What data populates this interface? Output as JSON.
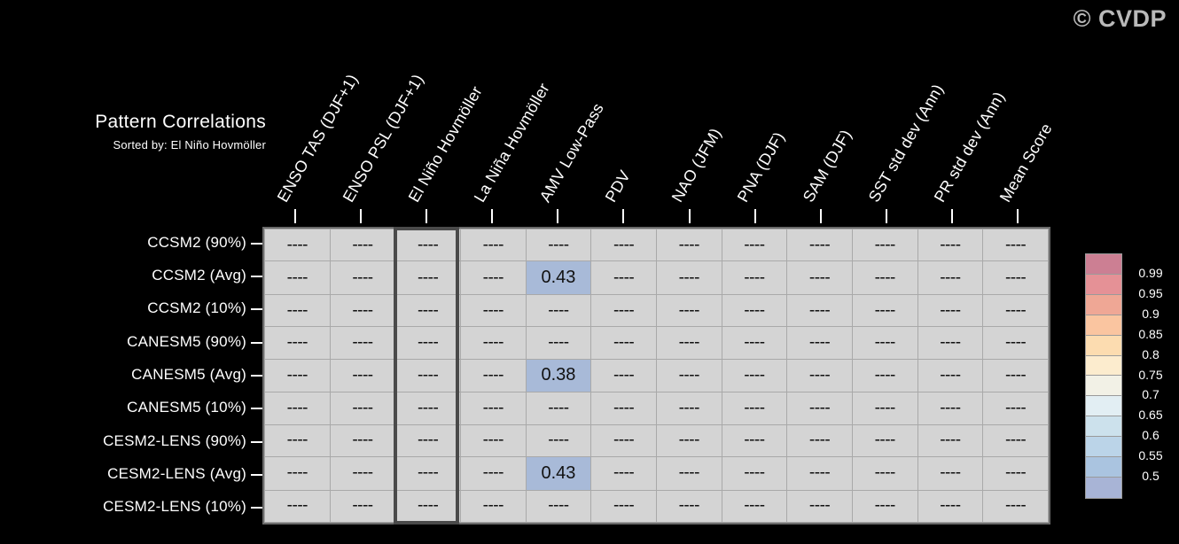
{
  "brand": {
    "label": "© CVDP"
  },
  "title": {
    "main": "Pattern Correlations",
    "sub": "Sorted by: El Niño Hovmöller"
  },
  "table": {
    "columns": [
      "ENSO TAS (DJF+1)",
      "ENSO PSL (DJF+1)",
      "El Niño Hovmöller",
      "La Niña Hovmöller",
      "AMV Low-Pass",
      "PDV",
      "NAO (JFM)",
      "PNA (DJF)",
      "SAM (DJF)",
      "SST std dev (Ann)",
      "PR std dev (Ann)",
      "Mean Score"
    ],
    "highlight_column_index": 2,
    "rows": [
      "CCSM2 (90%)",
      "CCSM2 (Avg)",
      "CCSM2 (10%)",
      "CANESM5 (90%)",
      "CANESM5 (Avg)",
      "CANESM5 (10%)",
      "CESM2-LENS (90%)",
      "CESM2-LENS (Avg)",
      "CESM2-LENS (10%)"
    ],
    "missing_token": "----",
    "cells": [
      [
        "----",
        "----",
        "----",
        "----",
        "----",
        "----",
        "----",
        "----",
        "----",
        "----",
        "----",
        "----"
      ],
      [
        "----",
        "----",
        "----",
        "----",
        "0.43",
        "----",
        "----",
        "----",
        "----",
        "----",
        "----",
        "----"
      ],
      [
        "----",
        "----",
        "----",
        "----",
        "----",
        "----",
        "----",
        "----",
        "----",
        "----",
        "----",
        "----"
      ],
      [
        "----",
        "----",
        "----",
        "----",
        "----",
        "----",
        "----",
        "----",
        "----",
        "----",
        "----",
        "----"
      ],
      [
        "----",
        "----",
        "----",
        "----",
        "0.38",
        "----",
        "----",
        "----",
        "----",
        "----",
        "----",
        "----"
      ],
      [
        "----",
        "----",
        "----",
        "----",
        "----",
        "----",
        "----",
        "----",
        "----",
        "----",
        "----",
        "----"
      ],
      [
        "----",
        "----",
        "----",
        "----",
        "----",
        "----",
        "----",
        "----",
        "----",
        "----",
        "----",
        "----"
      ],
      [
        "----",
        "----",
        "----",
        "----",
        "0.43",
        "----",
        "----",
        "----",
        "----",
        "----",
        "----",
        "----"
      ],
      [
        "----",
        "----",
        "----",
        "----",
        "----",
        "----",
        "----",
        "----",
        "----",
        "----",
        "----",
        "----"
      ]
    ],
    "cell_colors": [
      [
        "#d4d4d4",
        "#d4d4d4",
        "#d4d4d4",
        "#d4d4d4",
        "#d4d4d4",
        "#d4d4d4",
        "#d4d4d4",
        "#d4d4d4",
        "#d4d4d4",
        "#d4d4d4",
        "#d4d4d4",
        "#d4d4d4"
      ],
      [
        "#d4d4d4",
        "#d4d4d4",
        "#d4d4d4",
        "#d4d4d4",
        "#a8bad8",
        "#d4d4d4",
        "#d4d4d4",
        "#d4d4d4",
        "#d4d4d4",
        "#d4d4d4",
        "#d4d4d4",
        "#d4d4d4"
      ],
      [
        "#d4d4d4",
        "#d4d4d4",
        "#d4d4d4",
        "#d4d4d4",
        "#d4d4d4",
        "#d4d4d4",
        "#d4d4d4",
        "#d4d4d4",
        "#d4d4d4",
        "#d4d4d4",
        "#d4d4d4",
        "#d4d4d4"
      ],
      [
        "#d4d4d4",
        "#d4d4d4",
        "#d4d4d4",
        "#d4d4d4",
        "#d4d4d4",
        "#d4d4d4",
        "#d4d4d4",
        "#d4d4d4",
        "#d4d4d4",
        "#d4d4d4",
        "#d4d4d4",
        "#d4d4d4"
      ],
      [
        "#d4d4d4",
        "#d4d4d4",
        "#d4d4d4",
        "#d4d4d4",
        "#a8bad8",
        "#d4d4d4",
        "#d4d4d4",
        "#d4d4d4",
        "#d4d4d4",
        "#d4d4d4",
        "#d4d4d4",
        "#d4d4d4"
      ],
      [
        "#d4d4d4",
        "#d4d4d4",
        "#d4d4d4",
        "#d4d4d4",
        "#d4d4d4",
        "#d4d4d4",
        "#d4d4d4",
        "#d4d4d4",
        "#d4d4d4",
        "#d4d4d4",
        "#d4d4d4",
        "#d4d4d4"
      ],
      [
        "#d4d4d4",
        "#d4d4d4",
        "#d4d4d4",
        "#d4d4d4",
        "#d4d4d4",
        "#d4d4d4",
        "#d4d4d4",
        "#d4d4d4",
        "#d4d4d4",
        "#d4d4d4",
        "#d4d4d4",
        "#d4d4d4"
      ],
      [
        "#d4d4d4",
        "#d4d4d4",
        "#d4d4d4",
        "#d4d4d4",
        "#a8bad8",
        "#d4d4d4",
        "#d4d4d4",
        "#d4d4d4",
        "#d4d4d4",
        "#d4d4d4",
        "#d4d4d4",
        "#d4d4d4"
      ],
      [
        "#d4d4d4",
        "#d4d4d4",
        "#d4d4d4",
        "#d4d4d4",
        "#d4d4d4",
        "#d4d4d4",
        "#d4d4d4",
        "#d4d4d4",
        "#d4d4d4",
        "#d4d4d4",
        "#d4d4d4",
        "#d4d4d4"
      ]
    ]
  },
  "colorbar": {
    "labels": [
      "0.99",
      "0.95",
      "0.9",
      "0.85",
      "0.8",
      "0.75",
      "0.7",
      "0.65",
      "0.6",
      "0.55",
      "0.5"
    ],
    "colors": [
      "#cc7f93",
      "#e59196",
      "#efa795",
      "#fac5a0",
      "#fcdcb0",
      "#fcecce",
      "#f2f1e6",
      "#e2eef3",
      "#cce1ec",
      "#bbd4e8",
      "#aac4e0",
      "#a8b4d6"
    ]
  },
  "chart_data": {
    "type": "heatmap",
    "title": "Pattern Correlations",
    "subtitle": "Sorted by: El Niño Hovmöller",
    "xlabel": "",
    "ylabel": "",
    "grid": true,
    "legend_position": "right",
    "categories_x": [
      "ENSO TAS (DJF+1)",
      "ENSO PSL (DJF+1)",
      "El Niño Hovmöller",
      "La Niña Hovmöller",
      "AMV Low-Pass",
      "PDV",
      "NAO (JFM)",
      "PNA (DJF)",
      "SAM (DJF)",
      "SST std dev (Ann)",
      "PR std dev (Ann)",
      "Mean Score"
    ],
    "categories_y": [
      "CCSM2 (90%)",
      "CCSM2 (Avg)",
      "CCSM2 (10%)",
      "CANESM5 (90%)",
      "CANESM5 (Avg)",
      "CANESM5 (10%)",
      "CESM2-LENS (90%)",
      "CESM2-LENS (Avg)",
      "CESM2-LENS (10%)"
    ],
    "values": [
      [
        null,
        null,
        null,
        null,
        null,
        null,
        null,
        null,
        null,
        null,
        null,
        null
      ],
      [
        null,
        null,
        null,
        null,
        0.43,
        null,
        null,
        null,
        null,
        null,
        null,
        null
      ],
      [
        null,
        null,
        null,
        null,
        null,
        null,
        null,
        null,
        null,
        null,
        null,
        null
      ],
      [
        null,
        null,
        null,
        null,
        null,
        null,
        null,
        null,
        null,
        null,
        null,
        null
      ],
      [
        null,
        null,
        null,
        null,
        0.38,
        null,
        null,
        null,
        null,
        null,
        null,
        null
      ],
      [
        null,
        null,
        null,
        null,
        null,
        null,
        null,
        null,
        null,
        null,
        null,
        null
      ],
      [
        null,
        null,
        null,
        null,
        null,
        null,
        null,
        null,
        null,
        null,
        null,
        null
      ],
      [
        null,
        null,
        null,
        null,
        0.43,
        null,
        null,
        null,
        null,
        null,
        null,
        null
      ],
      [
        null,
        null,
        null,
        null,
        null,
        null,
        null,
        null,
        null,
        null,
        null,
        null
      ]
    ],
    "colorbar_ticks": [
      0.99,
      0.95,
      0.9,
      0.85,
      0.8,
      0.75,
      0.7,
      0.65,
      0.6,
      0.55,
      0.5
    ],
    "zlim": [
      0.5,
      0.99
    ]
  }
}
